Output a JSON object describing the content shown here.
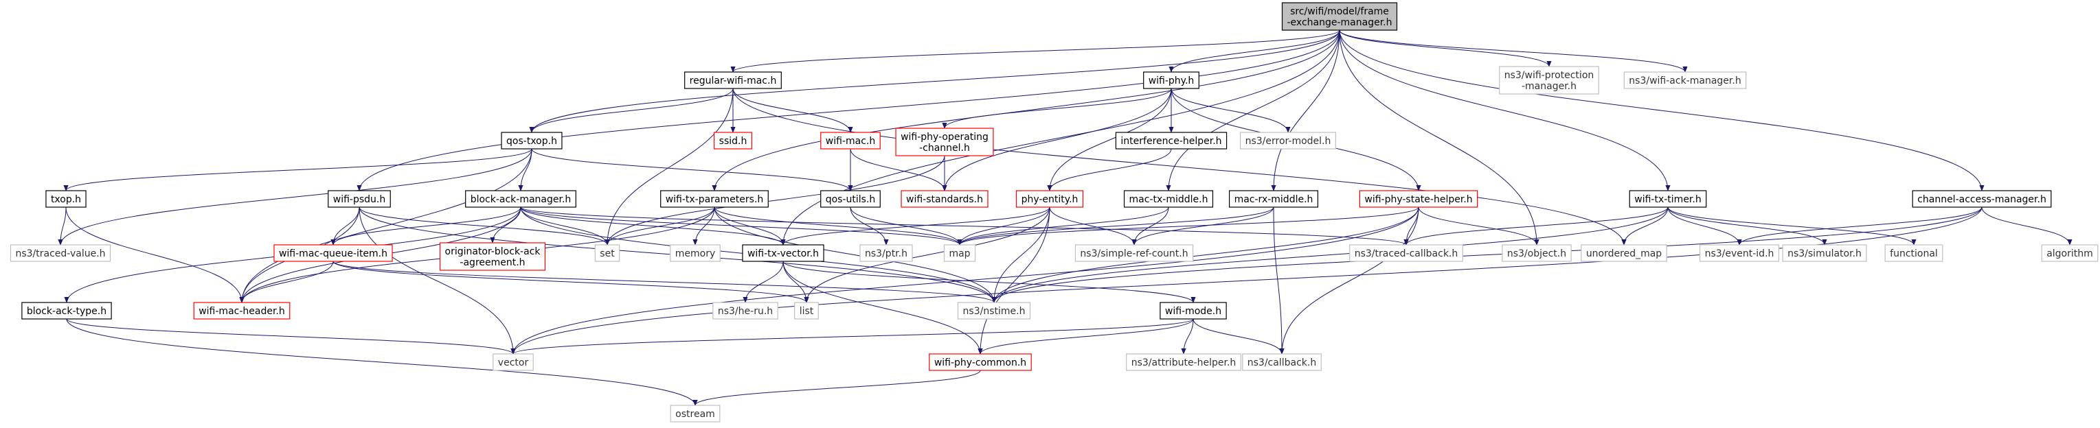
{
  "graph": {
    "nodes": [
      {
        "id": "root",
        "label": [
          "src/wifi/model/frame",
          "-exchange-manager.h"
        ],
        "style": "root"
      },
      {
        "id": "regular_wifi_mac",
        "label": [
          "regular-wifi-mac.h"
        ],
        "style": "black"
      },
      {
        "id": "wifi_phy",
        "label": [
          "wifi-phy.h"
        ],
        "style": "black"
      },
      {
        "id": "wifi_protection",
        "label": [
          "ns3/wifi-protection",
          "-manager.h"
        ],
        "style": "gray"
      },
      {
        "id": "wifi_ack",
        "label": [
          "ns3/wifi-ack-manager.h"
        ],
        "style": "gray"
      },
      {
        "id": "qos_txop",
        "label": [
          "qos-txop.h"
        ],
        "style": "black"
      },
      {
        "id": "ssid",
        "label": [
          "ssid.h"
        ],
        "style": "red"
      },
      {
        "id": "wifi_mac",
        "label": [
          "wifi-mac.h"
        ],
        "style": "red"
      },
      {
        "id": "wifi_phy_op",
        "label": [
          "wifi-phy-operating",
          "-channel.h"
        ],
        "style": "red"
      },
      {
        "id": "interference",
        "label": [
          "interference-helper.h"
        ],
        "style": "black"
      },
      {
        "id": "error_model",
        "label": [
          "ns3/error-model.h"
        ],
        "style": "gray"
      },
      {
        "id": "txop",
        "label": [
          "txop.h"
        ],
        "style": "black"
      },
      {
        "id": "wifi_psdu",
        "label": [
          "wifi-psdu.h"
        ],
        "style": "black"
      },
      {
        "id": "block_ack_mgr",
        "label": [
          "block-ack-manager.h"
        ],
        "style": "black"
      },
      {
        "id": "wifi_tx_params",
        "label": [
          "wifi-tx-parameters.h"
        ],
        "style": "black"
      },
      {
        "id": "qos_utils",
        "label": [
          "qos-utils.h"
        ],
        "style": "black"
      },
      {
        "id": "wifi_standards",
        "label": [
          "wifi-standards.h"
        ],
        "style": "red"
      },
      {
        "id": "phy_entity",
        "label": [
          "phy-entity.h"
        ],
        "style": "red"
      },
      {
        "id": "mac_tx_middle",
        "label": [
          "mac-tx-middle.h"
        ],
        "style": "black"
      },
      {
        "id": "mac_rx_middle",
        "label": [
          "mac-rx-middle.h"
        ],
        "style": "black"
      },
      {
        "id": "wifi_phy_state",
        "label": [
          "wifi-phy-state-helper.h"
        ],
        "style": "red"
      },
      {
        "id": "wifi_tx_timer",
        "label": [
          "wifi-tx-timer.h"
        ],
        "style": "black"
      },
      {
        "id": "channel_access",
        "label": [
          "channel-access-manager.h"
        ],
        "style": "black"
      },
      {
        "id": "traced_value",
        "label": [
          "ns3/traced-value.h"
        ],
        "style": "gray"
      },
      {
        "id": "wifi_mac_queue_item",
        "label": [
          "wifi-mac-queue-item.h"
        ],
        "style": "red"
      },
      {
        "id": "originator",
        "label": [
          "originator-block-ack",
          "-agreement.h"
        ],
        "style": "red"
      },
      {
        "id": "set",
        "label": [
          "set"
        ],
        "style": "gray"
      },
      {
        "id": "memory",
        "label": [
          "memory"
        ],
        "style": "gray"
      },
      {
        "id": "wifi_tx_vector",
        "label": [
          "wifi-tx-vector.h"
        ],
        "style": "black"
      },
      {
        "id": "ptr",
        "label": [
          "ns3/ptr.h"
        ],
        "style": "gray"
      },
      {
        "id": "map",
        "label": [
          "map"
        ],
        "style": "gray"
      },
      {
        "id": "simple_ref",
        "label": [
          "ns3/simple-ref-count.h"
        ],
        "style": "gray"
      },
      {
        "id": "traced_callback",
        "label": [
          "ns3/traced-callback.h"
        ],
        "style": "gray"
      },
      {
        "id": "object",
        "label": [
          "ns3/object.h"
        ],
        "style": "gray"
      },
      {
        "id": "unordered_map",
        "label": [
          "unordered_map"
        ],
        "style": "gray"
      },
      {
        "id": "event_id",
        "label": [
          "ns3/event-id.h"
        ],
        "style": "gray"
      },
      {
        "id": "simulator",
        "label": [
          "ns3/simulator.h"
        ],
        "style": "gray"
      },
      {
        "id": "functional",
        "label": [
          "functional"
        ],
        "style": "gray"
      },
      {
        "id": "algorithm",
        "label": [
          "algorithm"
        ],
        "style": "gray"
      },
      {
        "id": "block_ack_type",
        "label": [
          "block-ack-type.h"
        ],
        "style": "black"
      },
      {
        "id": "wifi_mac_header",
        "label": [
          "wifi-mac-header.h"
        ],
        "style": "red"
      },
      {
        "id": "list",
        "label": [
          "list"
        ],
        "style": "gray"
      },
      {
        "id": "he_ru",
        "label": [
          "ns3/he-ru.h"
        ],
        "style": "gray"
      },
      {
        "id": "nstime",
        "label": [
          "ns3/nstime.h"
        ],
        "style": "gray"
      },
      {
        "id": "wifi_mode",
        "label": [
          "wifi-mode.h"
        ],
        "style": "black"
      },
      {
        "id": "vector",
        "label": [
          "vector"
        ],
        "style": "gray"
      },
      {
        "id": "wifi_phy_common",
        "label": [
          "wifi-phy-common.h"
        ],
        "style": "red"
      },
      {
        "id": "attribute_helper",
        "label": [
          "ns3/attribute-helper.h"
        ],
        "style": "gray"
      },
      {
        "id": "callback",
        "label": [
          "ns3/callback.h"
        ],
        "style": "gray"
      },
      {
        "id": "ostream",
        "label": [
          "ostream"
        ],
        "style": "gray"
      }
    ],
    "edges": [
      [
        "root",
        "regular_wifi_mac"
      ],
      [
        "root",
        "wifi_phy"
      ],
      [
        "root",
        "wifi_protection"
      ],
      [
        "root",
        "wifi_ack"
      ],
      [
        "root",
        "qos_txop"
      ],
      [
        "root",
        "wifi_psdu"
      ],
      [
        "root",
        "wifi_tx_params"
      ],
      [
        "root",
        "wifi_tx_vector"
      ],
      [
        "root",
        "mac_tx_middle"
      ],
      [
        "root",
        "mac_rx_middle"
      ],
      [
        "root",
        "wifi_tx_timer"
      ],
      [
        "root",
        "channel_access"
      ],
      [
        "root",
        "object"
      ],
      [
        "regular_wifi_mac",
        "qos_txop"
      ],
      [
        "regular_wifi_mac",
        "ssid"
      ],
      [
        "regular_wifi_mac",
        "wifi_mac"
      ],
      [
        "regular_wifi_mac",
        "set"
      ],
      [
        "regular_wifi_mac",
        "unordered_map"
      ],
      [
        "wifi_phy",
        "wifi_phy_op"
      ],
      [
        "wifi_phy",
        "interference"
      ],
      [
        "wifi_phy",
        "error_model"
      ],
      [
        "wifi_phy",
        "wifi_standards"
      ],
      [
        "wifi_phy",
        "phy_entity"
      ],
      [
        "wifi_phy",
        "wifi_phy_state"
      ],
      [
        "qos_txop",
        "txop"
      ],
      [
        "qos_txop",
        "block_ack_mgr"
      ],
      [
        "qos_txop",
        "qos_utils"
      ],
      [
        "qos_txop",
        "traced_value"
      ],
      [
        "qos_txop",
        "wifi_mac_header"
      ],
      [
        "wifi_mac",
        "qos_utils"
      ],
      [
        "wifi_mac",
        "wifi_standards"
      ],
      [
        "wifi_phy_op",
        "set"
      ],
      [
        "wifi_phy_op",
        "wifi_standards"
      ],
      [
        "interference",
        "phy_entity"
      ],
      [
        "txop",
        "traced_value"
      ],
      [
        "txop",
        "wifi_mac_header"
      ],
      [
        "wifi_psdu",
        "wifi_mac_queue_item"
      ],
      [
        "wifi_psdu",
        "set"
      ],
      [
        "wifi_psdu",
        "wifi_mac_header"
      ],
      [
        "wifi_psdu",
        "nstime"
      ],
      [
        "wifi_psdu",
        "vector"
      ],
      [
        "block_ack_mgr",
        "wifi_mac_queue_item"
      ],
      [
        "block_ack_mgr",
        "originator"
      ],
      [
        "block_ack_mgr",
        "set"
      ],
      [
        "block_ack_mgr",
        "wifi_tx_vector"
      ],
      [
        "block_ack_mgr",
        "map"
      ],
      [
        "block_ack_mgr",
        "block_ack_type"
      ],
      [
        "block_ack_mgr",
        "traced_callback"
      ],
      [
        "block_ack_mgr",
        "nstime"
      ],
      [
        "block_ack_mgr",
        "wifi_mac_header"
      ],
      [
        "wifi_tx_params",
        "wifi_tx_vector"
      ],
      [
        "wifi_tx_params",
        "set"
      ],
      [
        "wifi_tx_params",
        "memory"
      ],
      [
        "wifi_tx_params",
        "map"
      ],
      [
        "wifi_tx_params",
        "nstime"
      ],
      [
        "wifi_tx_params",
        "wifi_mac_header"
      ],
      [
        "qos_utils",
        "ptr"
      ],
      [
        "qos_utils",
        "map"
      ],
      [
        "phy_entity",
        "wifi_tx_vector"
      ],
      [
        "phy_entity",
        "map"
      ],
      [
        "phy_entity",
        "simple_ref"
      ],
      [
        "phy_entity",
        "nstime"
      ],
      [
        "phy_entity",
        "list"
      ],
      [
        "phy_entity",
        "wifi_phy_common"
      ],
      [
        "mac_tx_middle",
        "map"
      ],
      [
        "mac_tx_middle",
        "simple_ref"
      ],
      [
        "mac_rx_middle",
        "map"
      ],
      [
        "mac_rx_middle",
        "simple_ref"
      ],
      [
        "mac_rx_middle",
        "callback"
      ],
      [
        "wifi_phy_state",
        "traced_callback"
      ],
      [
        "wifi_phy_state",
        "object"
      ],
      [
        "wifi_phy_state",
        "nstime"
      ],
      [
        "wifi_phy_state",
        "callback"
      ],
      [
        "wifi_phy_state",
        "vector"
      ],
      [
        "wifi_phy_state",
        "map"
      ],
      [
        "wifi_tx_timer",
        "traced_callback"
      ],
      [
        "wifi_tx_timer",
        "event_id"
      ],
      [
        "wifi_tx_timer",
        "simulator"
      ],
      [
        "wifi_tx_timer",
        "functional"
      ],
      [
        "wifi_tx_timer",
        "unordered_map"
      ],
      [
        "wifi_tx_timer",
        "nstime"
      ],
      [
        "channel_access",
        "event_id"
      ],
      [
        "channel_access",
        "algorithm"
      ],
      [
        "channel_access",
        "nstime"
      ],
      [
        "channel_access",
        "vector"
      ],
      [
        "wifi_mac_queue_item",
        "wifi_mac_header"
      ],
      [
        "wifi_mac_queue_item",
        "list"
      ],
      [
        "wifi_mac_queue_item",
        "nstime"
      ],
      [
        "wifi_tx_vector",
        "list"
      ],
      [
        "wifi_tx_vector",
        "he_ru"
      ],
      [
        "wifi_tx_vector",
        "wifi_mode"
      ],
      [
        "wifi_tx_vector",
        "wifi_phy_common"
      ],
      [
        "block_ack_type",
        "vector"
      ],
      [
        "block_ack_type",
        "ostream"
      ],
      [
        "wifi_mode",
        "vector"
      ],
      [
        "wifi_mode",
        "attribute_helper"
      ],
      [
        "wifi_mode",
        "callback"
      ],
      [
        "wifi_mode",
        "wifi_phy_common"
      ],
      [
        "wifi_phy_common",
        "ostream"
      ]
    ]
  }
}
